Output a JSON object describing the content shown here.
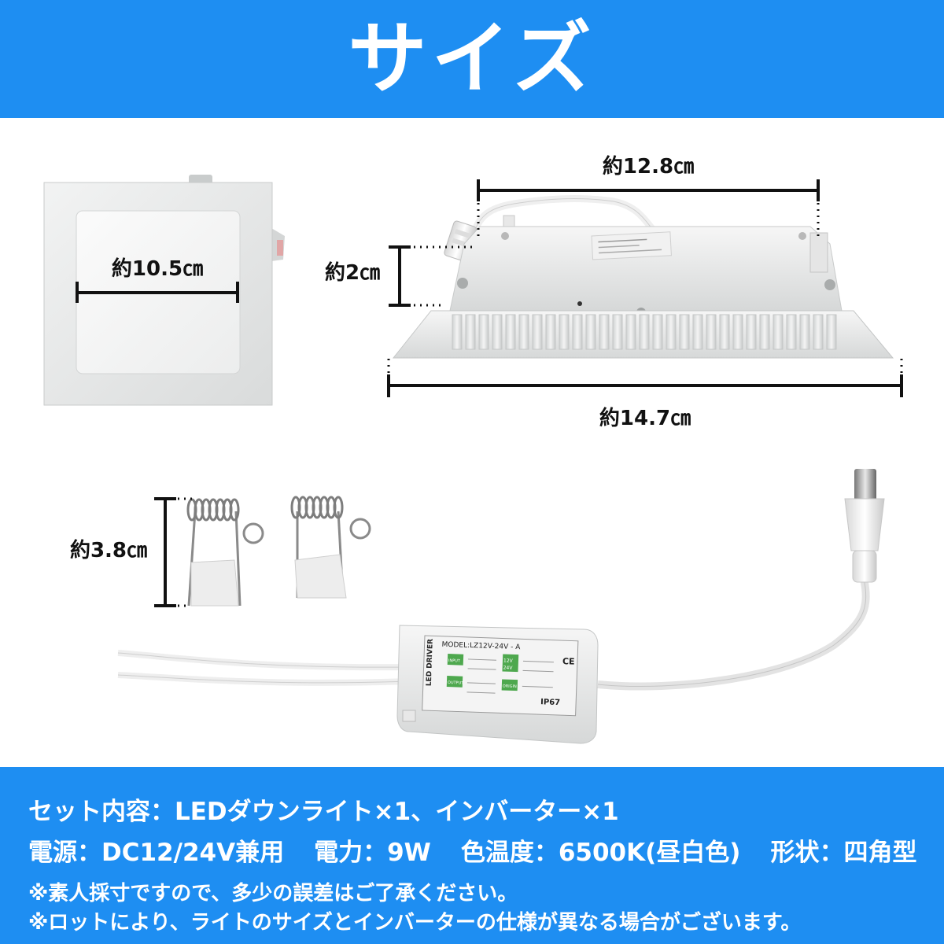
{
  "header": {
    "title": "サイズ",
    "bg_color": "#1e8ef2"
  },
  "dimensions": {
    "panel_front_inner": "約10.5㎝",
    "panel_side_height": "約2㎝",
    "panel_back_width": "約12.8㎝",
    "panel_total_width": "約14.7㎝",
    "spring_clip_height": "約3.8㎝"
  },
  "driver_label": {
    "model": "MODEL:LZ12V-24V - A",
    "brand": "LED DRIVER",
    "input": "INPUT",
    "output": "OUTPUT",
    "origin": "ORIGIN",
    "ip": "IP67",
    "v12": "12V",
    "v24": "24V",
    "ce": "CE"
  },
  "footer": {
    "line1": "セット内容：LEDダウンライト×1、インバーター×1",
    "line2_a": "電源：DC12/24V兼用",
    "line2_b": "電力：9W",
    "line2_c": "色温度：6500K(昼白色)",
    "line2_d": "形状：四角型",
    "line3": "※素人採寸ですので、多少の誤差はご了承ください。",
    "line4": "※ロットにより、ライトのサイズとインバーターの仕様が異なる場合がございます。"
  }
}
